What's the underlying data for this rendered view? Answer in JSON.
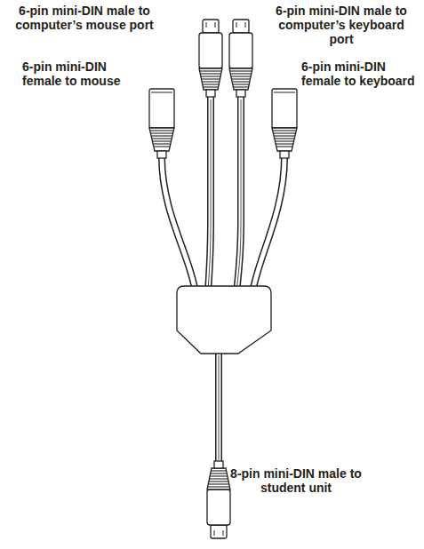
{
  "diagram": {
    "labels": [
      "6-pin mini-DIN male to computer’s mouse port",
      "6-pin mini-DIN male to computer’s keyboard port",
      "6-pin mini-DIN female to mouse",
      "6-pin mini-DIN female to keyboard",
      "8-pin mini-DIN male to student unit"
    ]
  }
}
